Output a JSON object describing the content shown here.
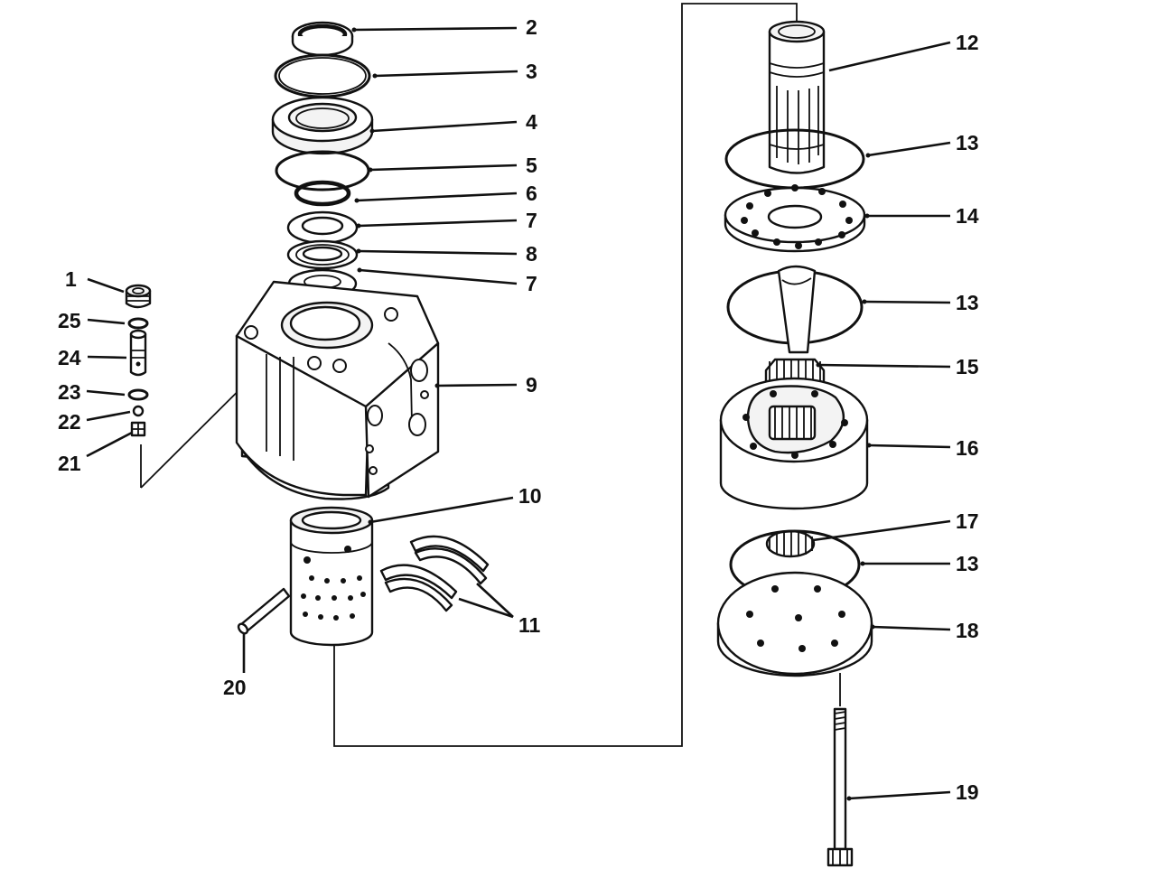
{
  "callouts": [
    {
      "id": "c2",
      "label": "2"
    },
    {
      "id": "c3",
      "label": "3"
    },
    {
      "id": "c4",
      "label": "4"
    },
    {
      "id": "c5",
      "label": "5"
    },
    {
      "id": "c6",
      "label": "6"
    },
    {
      "id": "c7a",
      "label": "7"
    },
    {
      "id": "c8",
      "label": "8"
    },
    {
      "id": "c7b",
      "label": "7"
    },
    {
      "id": "c1",
      "label": "1"
    },
    {
      "id": "c25",
      "label": "25"
    },
    {
      "id": "c24",
      "label": "24"
    },
    {
      "id": "c23",
      "label": "23"
    },
    {
      "id": "c22",
      "label": "22"
    },
    {
      "id": "c21",
      "label": "21"
    },
    {
      "id": "c9",
      "label": "9"
    },
    {
      "id": "c10",
      "label": "10"
    },
    {
      "id": "c11",
      "label": "11"
    },
    {
      "id": "c20",
      "label": "20"
    },
    {
      "id": "c12",
      "label": "12"
    },
    {
      "id": "c13a",
      "label": "13"
    },
    {
      "id": "c14",
      "label": "14"
    },
    {
      "id": "c13b",
      "label": "13"
    },
    {
      "id": "c15",
      "label": "15"
    },
    {
      "id": "c16",
      "label": "16"
    },
    {
      "id": "c17",
      "label": "17"
    },
    {
      "id": "c13c",
      "label": "13"
    },
    {
      "id": "c18",
      "label": "18"
    },
    {
      "id": "c19",
      "label": "19"
    }
  ]
}
